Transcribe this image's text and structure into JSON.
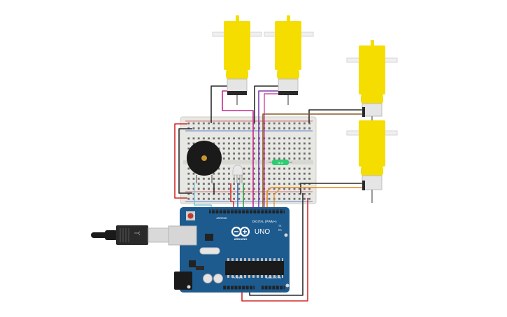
{
  "components": {
    "arduino": {
      "logo_text": "ARDUINO",
      "model_text": "UNO",
      "digital_label": "DIGITAL (PWM~)",
      "power_label": "POWER",
      "analog_label": "ANALOG IN",
      "tx_label": "TX",
      "rx_label": "RX",
      "aref_label": "AREF",
      "gnd_label": "GND"
    },
    "resistor": {
      "label": "1k Ω"
    },
    "motors": [
      "motor-1",
      "motor-2",
      "motor-3",
      "motor-4"
    ]
  },
  "colors": {
    "board_blue": "#1d5a8e",
    "motor_yellow": "#f5dd00",
    "breadboard": "#e7e7e3",
    "buzzer": "#1a1a1a",
    "resistor_green": "#2ecc71",
    "wire_red": "#d12a2a",
    "wire_black": "#2b2b2b",
    "wire_orange": "#e38a16",
    "wire_magenta": "#c4288d",
    "wire_purple": "#7a3fa8",
    "wire_brown": "#8a5a2b",
    "wire_green": "#2ea64a",
    "wire_blue": "#2e6fc9",
    "wire_lightblue": "#7ec8d8"
  }
}
